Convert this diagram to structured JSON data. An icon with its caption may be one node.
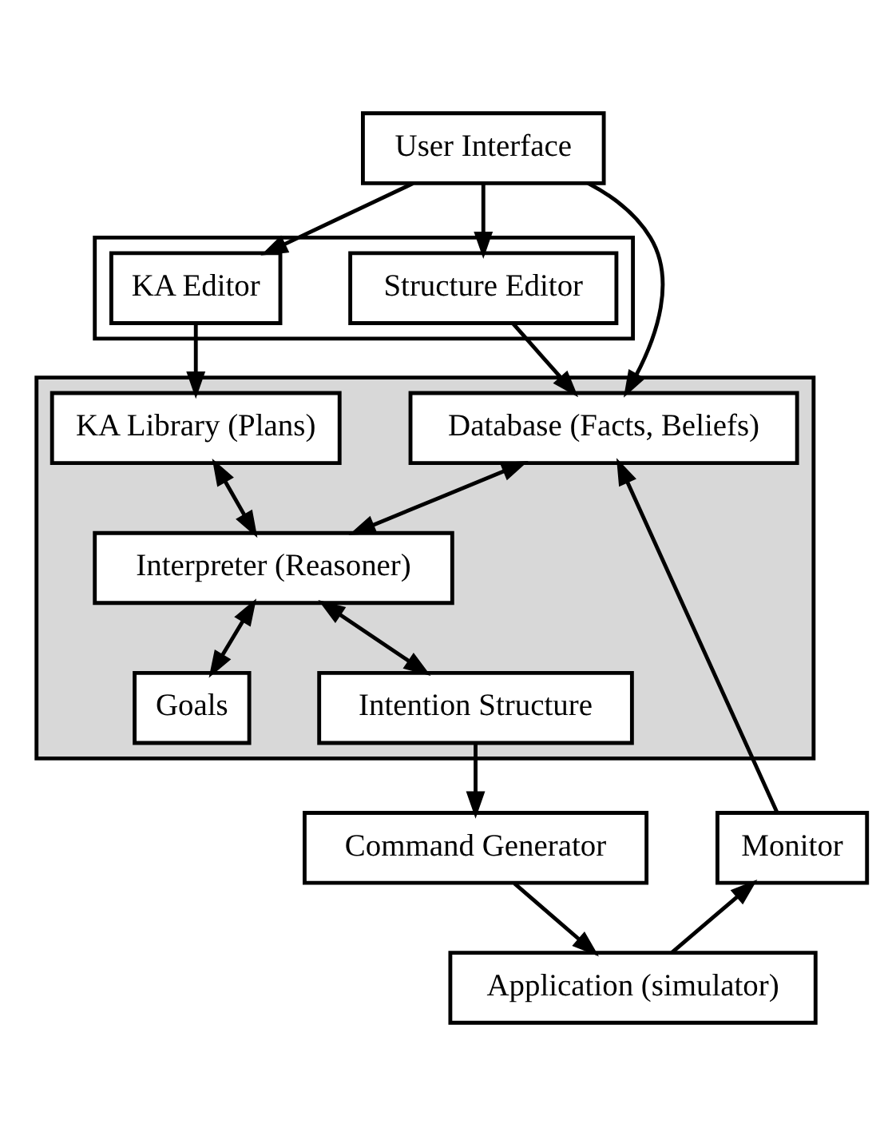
{
  "diagram": {
    "nodes": [
      {
        "text": [
          "User Interface"
        ]
      },
      {
        "text": [],
        "shape": "box"
      },
      {
        "text": [
          "Structure Editor"
        ],
        "in": 1
      },
      {
        "text": [
          "KA Editor"
        ],
        "in": 1
      },
      {
        "text": [],
        "shape": "box"
      },
      {
        "text": [
          "Database (Facts, Beliefs)"
        ],
        "in": 4
      },
      {
        "text": [
          "KA Library (Plans)"
        ],
        "in": 4
      },
      {
        "text": [
          "Interpreter (Reasoner)"
        ],
        "in": 4
      },
      {
        "text": [
          "Goals"
        ],
        "in": 4
      },
      {
        "text": [
          "Intention Structure"
        ],
        "in": 4
      },
      {
        "text": [
          "Monitor"
        ]
      },
      {
        "text": [
          "Command Generator"
        ]
      },
      {
        "text": [
          "Application (simulator)"
        ]
      }
    ],
    "edges": [
      {
        "from": 0,
        "to": 2,
        "arrow": "to"
      },
      {
        "from": 0,
        "to": 5,
        "arrow": "to"
      },
      {
        "from": 0,
        "to": 3,
        "arrow": "to"
      },
      {
        "from": 2,
        "to": 5,
        "arrow": "to"
      },
      {
        "from": 3,
        "to": 6,
        "arrow": "to"
      },
      {
        "from": 5,
        "to": 7,
        "arrow": "both"
      },
      {
        "from": 6,
        "to": 7,
        "arrow": "both"
      },
      {
        "from": 7,
        "to": 8,
        "arrow": "both"
      },
      {
        "from": 7,
        "to": 9,
        "arrow": "both"
      },
      {
        "from": 9,
        "to": 11,
        "arrow": "to"
      },
      {
        "from": 10,
        "to": 5,
        "arrow": "to"
      },
      {
        "from": 11,
        "to": 12,
        "arrow": "to"
      },
      {
        "from": 12,
        "to": 10,
        "arrow": "to"
      }
    ]
  }
}
